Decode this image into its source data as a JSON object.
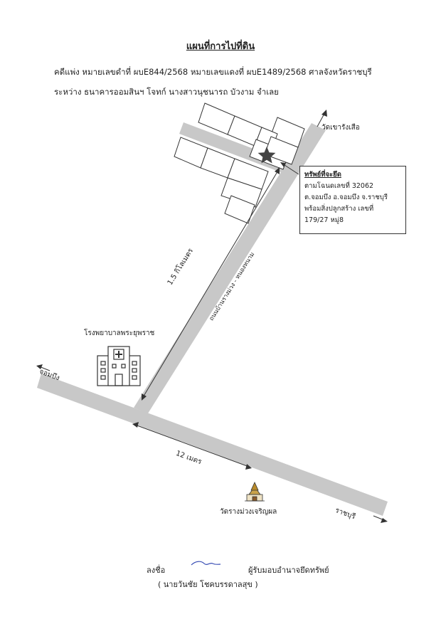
{
  "doc": {
    "title": "แผนที่การไปที่ดิน",
    "line1": "คดีแพ่ง หมายเลขดำที่ ผบE844/2568 หมายเลขแดงที่ ผบE1489/2568 ศาลจังหวัดราชบุรี",
    "line2": "ระหว่าง ธนาคารออมสินฯ โจทก์  นางสาวนุชนารถ บัวงาม จำเลย"
  },
  "map": {
    "temple_top": "วัดเขารังเสือ",
    "property_box": {
      "heading": "ทรัพย์ที่จะยึด",
      "l1": "ตามโฉนดเลขที่ 32062",
      "l2": "ต.จอมบึง อ.จอมบึง จ.ราชบุรี",
      "l3": "พร้อมสิ่งปลูกสร้าง เลขที่",
      "l4": "179/27 หมู่8"
    },
    "distance_road": "1.5 กิโลเมตร",
    "road_name": "ถนนบ้านรางม่วง - หนองหนาม",
    "hospital": "โรงพยาบาลพระยุพราช",
    "dir_left": "จอมบึง",
    "dir_right": "ราชบุรี",
    "road_width": "12 เมตร",
    "temple_bottom": "วัดรางม่วงเจริญผล",
    "icons": [
      "star-icon",
      "hospital-icon",
      "temple-icon",
      "arrow-icon"
    ],
    "colors": {
      "road": "#c8c8c8",
      "ink": "#222222",
      "signature": "#3a4fb5"
    }
  },
  "signature": {
    "sign_label": "ลงชื่อ",
    "role": "ผู้รับมอบอำนาจยึดทรัพย์",
    "name": "( นายวันชัย  โชคบรรดาลสุข )"
  }
}
